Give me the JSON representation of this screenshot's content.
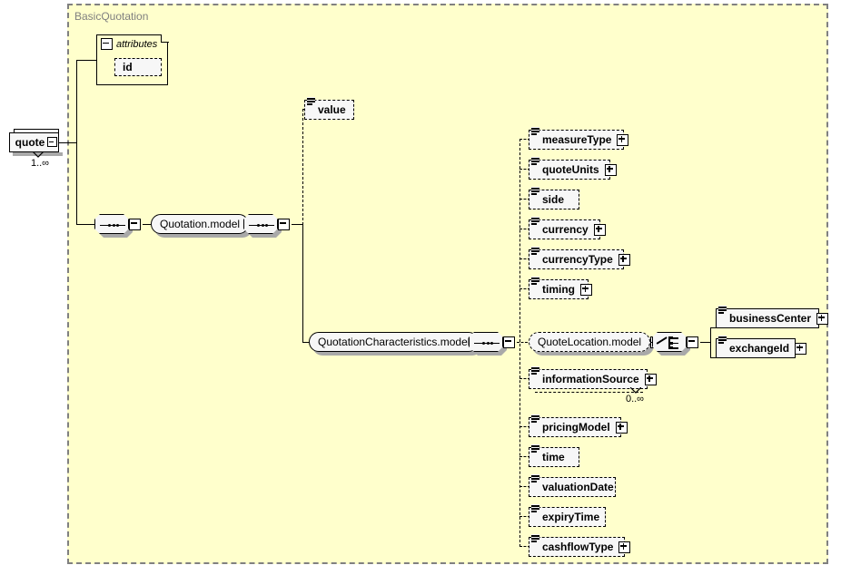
{
  "diagram": {
    "type": "xsd-schema-tree",
    "background": "#ffffff",
    "group_fill": "#ffffcc",
    "node_fill": "#f7f7f7",
    "shadow_color": "#a9a9a9",
    "label_color": "#808080",
    "group_label": "BasicQuotation"
  },
  "root": {
    "name": "quote",
    "occurs": "1..∞",
    "expander": "minus"
  },
  "attributes_group": {
    "title": "attributes",
    "expander": "minus",
    "items": [
      {
        "name": "id"
      }
    ]
  },
  "compositors": {
    "sequence_1": {
      "kind": "sequence",
      "expander": "minus"
    },
    "sequence_2": {
      "kind": "sequence",
      "expander": "minus"
    },
    "sequence_3": {
      "kind": "sequence",
      "expander": "minus"
    },
    "choice_1": {
      "kind": "choice",
      "expander": "minus"
    }
  },
  "model_refs": {
    "quotation_model": {
      "label": "Quotation.model",
      "border": "solid",
      "expander": "minus"
    },
    "quotation_characteristics_model": {
      "label": "QuotationCharacteristics.model",
      "border": "solid",
      "expander": "minus"
    },
    "quote_location_model": {
      "label": "QuoteLocation.model",
      "border": "dashed",
      "expander": "minus"
    }
  },
  "elements": {
    "value": {
      "name": "value",
      "border": "dashed",
      "expander": "none"
    },
    "measure_type": {
      "name": "measureType",
      "border": "dashed",
      "expander": "plus"
    },
    "quote_units": {
      "name": "quoteUnits",
      "border": "dashed",
      "expander": "plus"
    },
    "side": {
      "name": "side",
      "border": "dashed",
      "expander": "none"
    },
    "currency": {
      "name": "currency",
      "border": "dashed",
      "expander": "plus"
    },
    "currency_type": {
      "name": "currencyType",
      "border": "dashed",
      "expander": "plus"
    },
    "timing": {
      "name": "timing",
      "border": "dashed",
      "expander": "plus"
    },
    "business_center": {
      "name": "businessCenter",
      "border": "solid",
      "expander": "plus"
    },
    "exchange_id": {
      "name": "exchangeId",
      "border": "solid",
      "expander": "plus"
    },
    "information_source": {
      "name": "informationSource",
      "border": "dashed",
      "expander": "plus",
      "occurs": "0..∞"
    },
    "pricing_model": {
      "name": "pricingModel",
      "border": "dashed",
      "expander": "plus"
    },
    "time": {
      "name": "time",
      "border": "dashed",
      "expander": "none"
    },
    "valuation_date": {
      "name": "valuationDate",
      "border": "dashed",
      "expander": "none"
    },
    "expiry_time": {
      "name": "expiryTime",
      "border": "dashed",
      "expander": "none"
    },
    "cashflow_type": {
      "name": "cashflowType",
      "border": "dashed",
      "expander": "plus"
    }
  }
}
